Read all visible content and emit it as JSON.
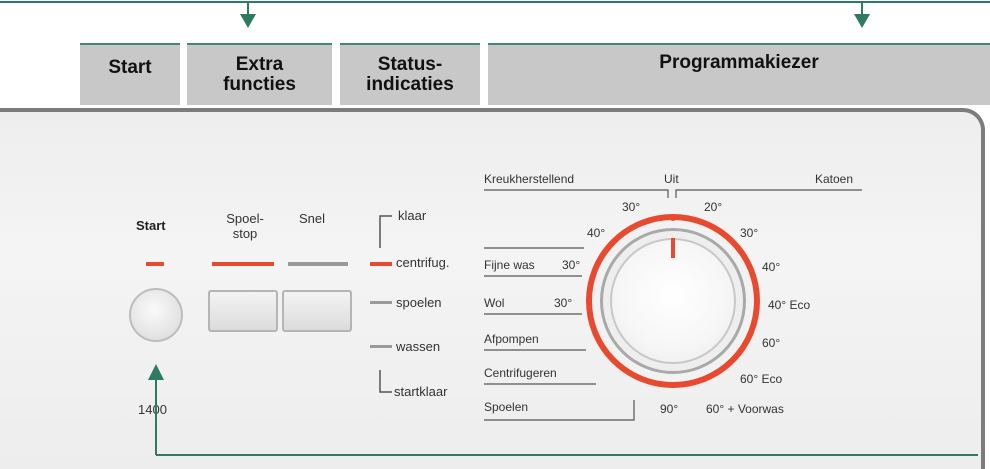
{
  "headers": {
    "start": "Start",
    "extra_line1": "Extra",
    "extra_line2": "functies",
    "status_line1": "Status-",
    "status_line2": "indicaties",
    "programmakiezer": "Programmakiezer"
  },
  "panel": {
    "start_label": "Start",
    "spoelstop_line1": "Spoel-",
    "spoelstop_line2": "stop",
    "snel_label": "Snel",
    "speed_value": "1400"
  },
  "status": {
    "klaar": "klaar",
    "centrifug": "centrifug.",
    "spoelen": "spoelen",
    "wassen": "wassen",
    "startklaar": "startklaar"
  },
  "programs": {
    "kreukherstellend": "Kreukherstellend",
    "uit": "Uit",
    "katoen": "Katoen",
    "fijne_was": "Fijne was",
    "wol": "Wol",
    "afpompen": "Afpompen",
    "centrifugeren": "Centrifugeren",
    "spoelen": "Spoelen"
  },
  "temps": {
    "t30_top": "30°",
    "t40_left": "40°",
    "t30_fijne": "30°",
    "t30_wol": "30°",
    "t20": "20°",
    "t30_right": "30°",
    "t40_right": "40°",
    "t40eco": "40° Eco",
    "t60": "60°",
    "t60eco": "60° Eco",
    "t90": "90°",
    "t60voorwas": "60° + Voorwas"
  },
  "colors": {
    "accent_red": "#e84a30",
    "arrow_green": "#2f7a63",
    "header_grey": "#c8c8c8"
  }
}
